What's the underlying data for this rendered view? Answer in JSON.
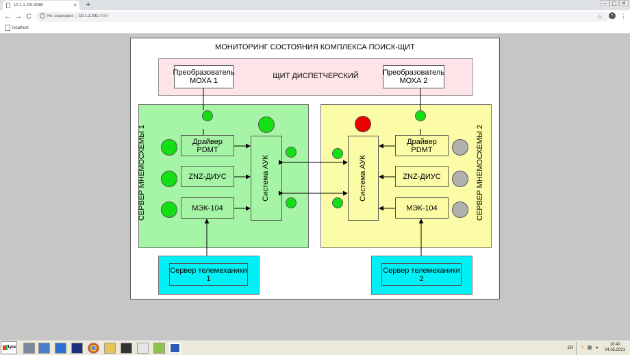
{
  "browser": {
    "tab_title": "10.1.1.201:8080",
    "tab_close": "×",
    "new_tab": "+",
    "window_controls": [
      "—",
      "▢",
      "✕"
    ],
    "back": "←",
    "forward": "→",
    "reload": "C",
    "security_label": "Не защищено",
    "url_host": "10.1.1.201",
    "url_port": ":8080",
    "star": "☆",
    "profile": "•",
    "menu": "⋮",
    "bookmark": "localhost"
  },
  "scheme": {
    "title": "МОНИТОРИНГ СОСТОЯНИЯ КОМПЛЕКСА ПОИСК-ЩИТ",
    "dispatcher_label": "ЩИТ ДИСПЕТЧЕРСКИЙ",
    "moxa1": "Преобразователь МОХА 1",
    "moxa2": "Преобразователь МОХА 2",
    "server1": {
      "title": "СЕРВЕР МНЕМОСХЕМЫ 1",
      "driver": "Драйвер PDMT",
      "znz": "ZNZ-ДИУС",
      "mek": "МЭК-104",
      "auk": "Система АУК"
    },
    "server2": {
      "title": "СЕРВЕР МНЕМОСХЕМЫ 2",
      "driver": "Драйвер PDMT",
      "znz": "ZNZ-ДИУС",
      "mek": "МЭК-104",
      "auk": "Система АУК"
    },
    "tele1": "Сервер телемеханики 1",
    "tele2": "Сервер телемеханики 2",
    "colors": {
      "dispatcher_bg": "#fce4e8",
      "server1_bg": "#a6f5a6",
      "server2_bg": "#fcfca6",
      "tele_bg": "#00f0f5",
      "status_ok": "#12e012",
      "status_alarm": "#ee0000",
      "status_unknown": "#b0b0b0"
    }
  },
  "taskbar": {
    "start_label": "Пуск",
    "lang": "EN",
    "time": "10:40",
    "date": "04.05.2021"
  }
}
